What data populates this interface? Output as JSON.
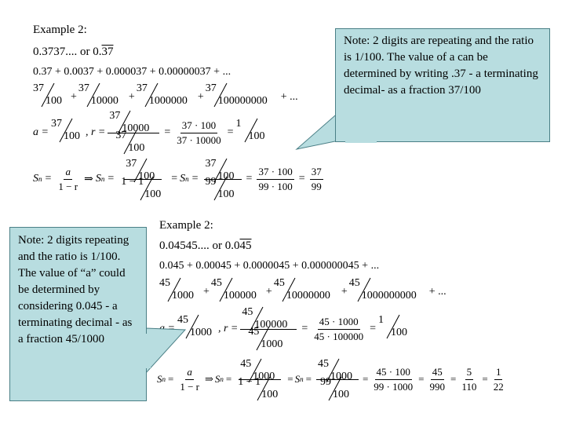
{
  "top": {
    "heading": "Example 2:",
    "decimal_prefix": "0.3737.... or 0.",
    "decimal_repeat": "37",
    "series_line": "0.37 + 0.0037 + 0.000037 + 0.00000037 + ...",
    "frac_series": [
      {
        "n": "37",
        "d": "100"
      },
      {
        "n": "37",
        "d": "10000"
      },
      {
        "n": "37",
        "d": "1000000"
      },
      {
        "n": "37",
        "d": "100000000"
      }
    ],
    "frac_series_tail": "+ ...",
    "a_label": "a =",
    "a_num": "37",
    "a_den": "100",
    "r_label": ", r =",
    "r_num_num": "37",
    "r_num_den": "10000",
    "r_den_num": "37",
    "r_den_den": "100",
    "r_eq1_num": "37 · 100",
    "r_eq1_den": "37 · 10000",
    "r_result_num": "1",
    "r_result_den": "100",
    "sn_label": "S",
    "sn_sub": "n",
    "sn_formula_num": "a",
    "sn_formula_den": "1 − r",
    "implies": "⇒",
    "step1_num_n": "37",
    "step1_num_d": "100",
    "step1_den_prefix": "1 − 1",
    "step1_den_d": "100",
    "step2_num_n": "37",
    "step2_num_d": "100",
    "step2_den_n": "99",
    "step2_den_d": "100",
    "step3_num": "37 · 100",
    "step3_den": "99 · 100",
    "step4_num": "37",
    "step4_den": "99",
    "note": "Note: 2 digits are repeating and the ratio is 1/100.  The value of a can be determined by writing .37 - a terminating decimal- as a fraction 37/100"
  },
  "bottom": {
    "heading": "Example 2:",
    "decimal_prefix": "0.04545.... or 0.0",
    "decimal_repeat": "45",
    "series_line": "0.045 + 0.00045 + 0.0000045 + 0.000000045 + ...",
    "frac_series": [
      {
        "n": "45",
        "d": "1000"
      },
      {
        "n": "45",
        "d": "100000"
      },
      {
        "n": "45",
        "d": "10000000"
      },
      {
        "n": "45",
        "d": "1000000000"
      }
    ],
    "frac_series_tail": "+ ...",
    "a_label": "a =",
    "a_num": "45",
    "a_den": "1000",
    "r_label": ", r =",
    "r_num_num": "45",
    "r_num_den": "100000",
    "r_den_num": "45",
    "r_den_den": "1000",
    "r_eq1_num": "45 · 1000",
    "r_eq1_den": "45 · 100000",
    "r_result_num": "1",
    "r_result_den": "100",
    "sn_label": "S",
    "sn_sub": "n",
    "sn_formula_num": "a",
    "sn_formula_den": "1 − r",
    "implies": "⇒",
    "step1_num_n": "45",
    "step1_num_d": "1000",
    "step1_den_prefix": "1 − 1",
    "step1_den_d": "100",
    "step2_num_n": "45",
    "step2_num_d": "1000",
    "step2_den_n": "99",
    "step2_den_d": "100",
    "step3_num": "45 · 100",
    "step3_den": "99 · 1000",
    "step4_num": "45",
    "step4_den": "990",
    "step5_num": "5",
    "step5_den": "110",
    "step6_num": "1",
    "step6_den": "22",
    "note": "Note: 2 digits repeating and the ratio is 1/100. The value of “a” could be determined by considering 0.045 - a terminating decimal - as a fraction 45/1000"
  }
}
